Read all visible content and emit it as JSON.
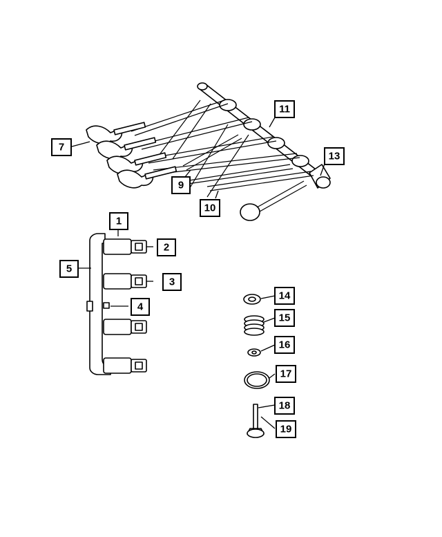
{
  "callouts": {
    "c1": "1",
    "c2": "2",
    "c3": "3",
    "c4": "4",
    "c5": "5",
    "c7": "7",
    "c9": "9",
    "c10": "10",
    "c11": "11",
    "c13": "13",
    "c14": "14",
    "c15": "15",
    "c16": "16",
    "c17": "17",
    "c18": "18",
    "c19": "19"
  }
}
